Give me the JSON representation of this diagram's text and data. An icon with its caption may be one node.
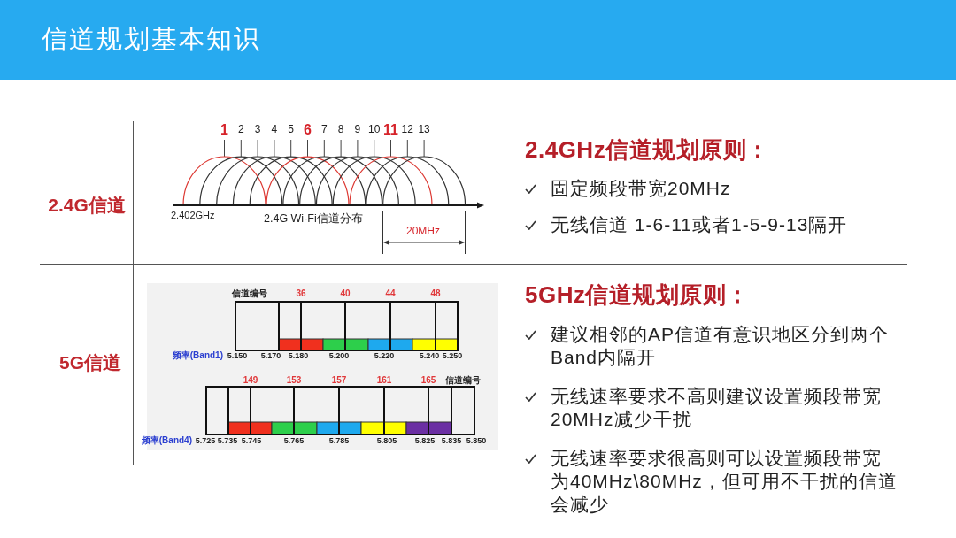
{
  "diagram": {
    "title": "信道规划基本知识",
    "labels": [
      "2.4G信道",
      "1",
      "2",
      "3",
      "4",
      "5",
      "6",
      "7",
      "8",
      "9",
      "10",
      "11",
      "12",
      "13",
      "2.402GHz",
      "2.4G Wi-Fi信道分布",
      "20MHz",
      "2.4GHz信道规划原则：",
      "固定频段带宽20MHz",
      "无线信道 1-6-11或者1-5-9-13隔开",
      "5G信道",
      "信道编号",
      "36",
      "40",
      "44",
      "48",
      "频率(Band1)",
      "5.150",
      "5.170",
      "5.180",
      "5.200",
      "5.220",
      "5.240",
      "5.250",
      "149",
      "153",
      "157",
      "161",
      "165",
      "信道编号",
      "频率(Band4)",
      "5.725",
      "5.735",
      "5.745",
      "5.765",
      "5.785",
      "5.805",
      "5.825",
      "5.835",
      "5.850",
      "5GHz信道规划原则：",
      "建议相邻的AP信道有意识地区分到两个Band内隔开",
      "无线速率要求不高则建议设置频段带宽20MHz减少干扰",
      "无线速率要求很高则可以设置频段带宽为40MHz\\80MHz，但可用不干扰的信道会减少"
    ]
  }
}
